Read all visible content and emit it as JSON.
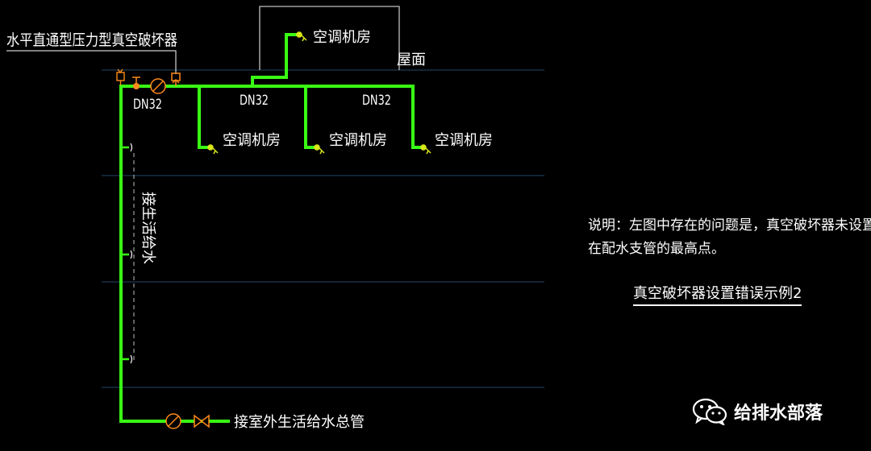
{
  "drawing": {
    "vacuum_breaker_label": "水平直通型压力型真空破坏器",
    "roof_label": "屋面",
    "room_labels": [
      "空调机房",
      "空调机房",
      "空调机房",
      "空调机房"
    ],
    "pipe_size_labels": [
      "DN32",
      "DN32",
      "DN32"
    ],
    "riser_label": "接生活给水",
    "main_inlet_label": "接室外生活给水总管"
  },
  "note": {
    "line1": "说明：左图中存在的问题是，真空破坏器未设置",
    "line2": "在配水支管的最高点。"
  },
  "example_title": "真空破坏器设置错误示例2",
  "watermark": {
    "icon": "wechat-icon",
    "text": "给排水部落"
  },
  "colors": {
    "pipe": "#39ff14",
    "grid": "#1e3a52",
    "outline": "#bfbfbf",
    "valve": "#ff8a1a",
    "fixture": "#d8e61a",
    "text": "#ffffff",
    "background": "#000000"
  }
}
